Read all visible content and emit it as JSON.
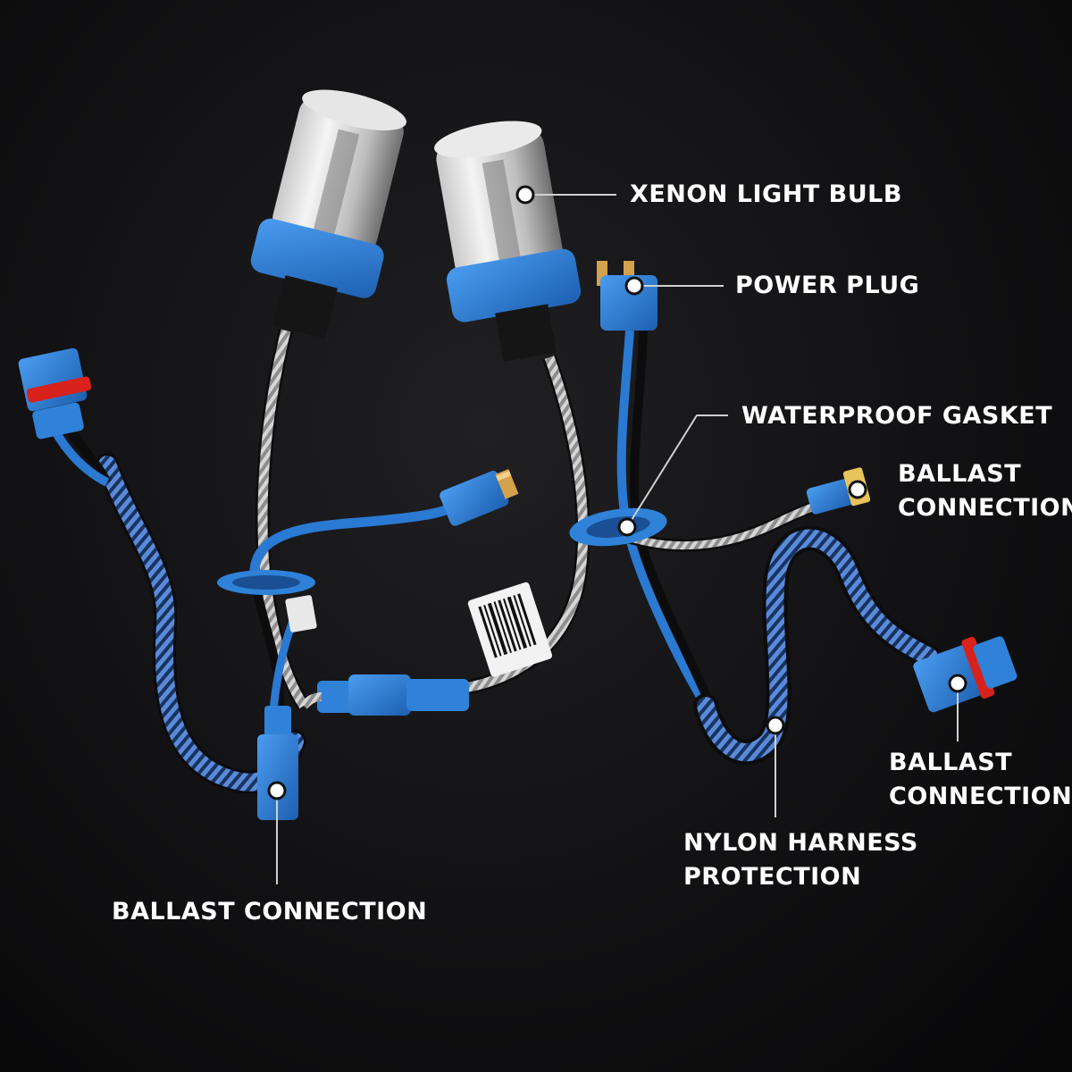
{
  "colors": {
    "background": "#111113",
    "connector_blue": "#2f82d8",
    "wire_black": "#0c0c0c",
    "wire_blue": "#2a79d2",
    "braid_silver": "#b9b9b9",
    "nylon_blue": "#4a77c8",
    "seal_red": "#d8221c",
    "callout_line": "#d0d0d0",
    "label_text": "#ffffff"
  },
  "labels": {
    "xenon_bulb": "XENON LIGHT BULB",
    "power_plug": "POWER PLUG",
    "waterproof_gasket": "WATERPROOF GASKET",
    "ballast_right_top": [
      "BALLAST",
      "CONNECTION"
    ],
    "ballast_right_bottom": [
      "BALLAST",
      "CONNECTION"
    ],
    "nylon_harness": [
      "NYLON HARNESS",
      "PROTECTION"
    ],
    "ballast_bottom_left": "BALLAST CONNECTION"
  }
}
